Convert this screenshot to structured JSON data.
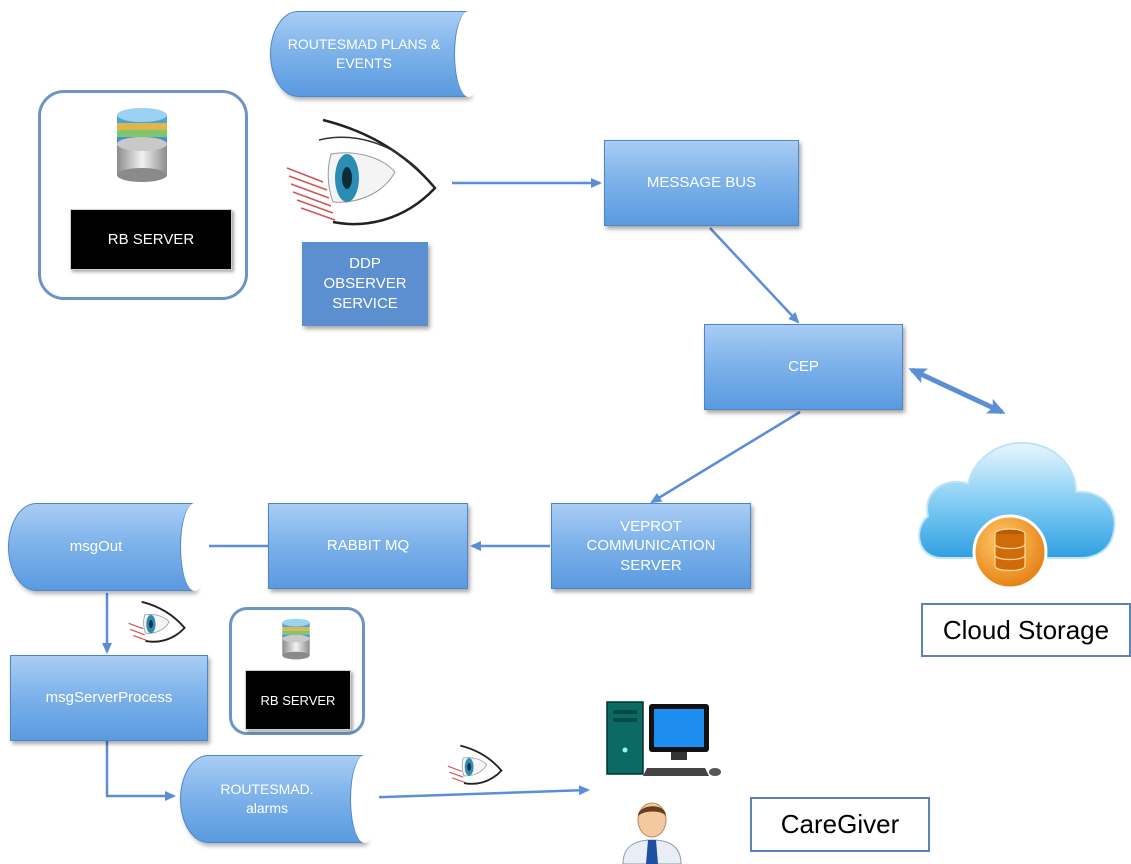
{
  "nodes": {
    "routesmad_plans": "ROUTESMAD PLANS & EVENTS",
    "rb_server_top": "RB SERVER",
    "ddp_observer": "DDP OBSERVER SERVICE",
    "message_bus": "MESSAGE BUS",
    "cep": "CEP",
    "veprot": "VEPROT COMMUNICATION SERVER",
    "rabbit_mq": "RABBIT MQ",
    "msg_out": "msgOut",
    "msg_server_process": "msgServerProcess",
    "rb_server_bottom": "RB SERVER",
    "routesmad_alarms": "ROUTESMAD. alarms",
    "cloud_storage": "Cloud Storage",
    "caregiver": "CareGiver"
  },
  "icons": {
    "database": "database-icon",
    "eye": "eye-icon",
    "cloud": "cloud-icon",
    "computer": "computer-icon",
    "person": "person-icon"
  },
  "colors": {
    "box_top": "#a9cdf4",
    "box_bottom": "#5a9ae0",
    "arrow": "#5a8fd6",
    "frame": "#6c94c4",
    "cloud": "#4fb7ef",
    "db_orange": "#f29a2e"
  }
}
